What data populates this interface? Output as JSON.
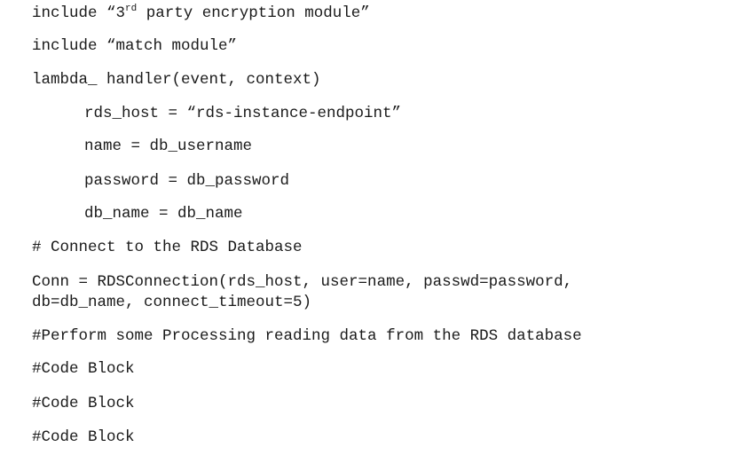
{
  "code": {
    "include_encryption": {
      "before": "include “3",
      "sup": "rd",
      "after": " party encryption module”"
    },
    "include_match": "include “match module”",
    "handler_signature": "lambda_ handler(event, context)",
    "rds_host": "rds_host = “rds-instance-endpoint”",
    "name": "name = db_username",
    "password": "password = db_password",
    "db_name": "db_name = db_name",
    "comment_connect": "# Connect to the RDS Database",
    "conn_line1": "Conn = RDSConnection(rds_host, user=name, passwd=password,",
    "conn_line2": "db=db_name, connect_timeout=5)",
    "comment_processing": "#Perform some Processing reading data from the RDS database",
    "code_block_1": "#Code Block",
    "code_block_2": "#Code Block",
    "code_block_3": "#Code Block"
  }
}
